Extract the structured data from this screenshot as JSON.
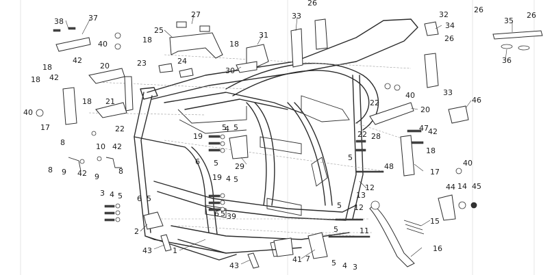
{
  "callouts": [
    {
      "id": "c1",
      "label": "1"
    },
    {
      "id": "c2",
      "label": "2"
    },
    {
      "id": "c3a",
      "label": "3"
    },
    {
      "id": "c3b",
      "label": "3"
    },
    {
      "id": "c4a",
      "label": "4"
    },
    {
      "id": "c4b",
      "label": "4"
    },
    {
      "id": "c4c",
      "label": "4"
    },
    {
      "id": "c4d",
      "label": "4"
    },
    {
      "id": "c5a",
      "label": "5"
    },
    {
      "id": "c5b",
      "label": "5"
    },
    {
      "id": "c5c",
      "label": "5"
    },
    {
      "id": "c5d",
      "label": "5"
    },
    {
      "id": "c5e",
      "label": "5"
    },
    {
      "id": "c5f",
      "label": "5"
    },
    {
      "id": "c5g",
      "label": "5"
    },
    {
      "id": "c5h",
      "label": "5"
    },
    {
      "id": "c5i",
      "label": "5"
    },
    {
      "id": "c5j",
      "label": "5"
    },
    {
      "id": "c5k",
      "label": "5"
    },
    {
      "id": "c6a",
      "label": "6"
    },
    {
      "id": "c6b",
      "label": "6"
    },
    {
      "id": "c6c",
      "label": "6"
    },
    {
      "id": "c7",
      "label": "7"
    },
    {
      "id": "c8a",
      "label": "8"
    },
    {
      "id": "c8b",
      "label": "8"
    },
    {
      "id": "c8c",
      "label": "8"
    },
    {
      "id": "c9a",
      "label": "9"
    },
    {
      "id": "c9b",
      "label": "9"
    },
    {
      "id": "c10",
      "label": "10"
    },
    {
      "id": "c11",
      "label": "11"
    },
    {
      "id": "c12a",
      "label": "12"
    },
    {
      "id": "c12b",
      "label": "12"
    },
    {
      "id": "c13",
      "label": "13"
    },
    {
      "id": "c14",
      "label": "14"
    },
    {
      "id": "c15",
      "label": "15"
    },
    {
      "id": "c16",
      "label": "16"
    },
    {
      "id": "c17a",
      "label": "17"
    },
    {
      "id": "c17b",
      "label": "17"
    },
    {
      "id": "c18a",
      "label": "18"
    },
    {
      "id": "c18b",
      "label": "18"
    },
    {
      "id": "c18c",
      "label": "18"
    },
    {
      "id": "c18d",
      "label": "18"
    },
    {
      "id": "c18e",
      "label": "18"
    },
    {
      "id": "c18f",
      "label": "18"
    },
    {
      "id": "c19a",
      "label": "19"
    },
    {
      "id": "c19b",
      "label": "19"
    },
    {
      "id": "c20a",
      "label": "20"
    },
    {
      "id": "c20b",
      "label": "20"
    },
    {
      "id": "c21",
      "label": "21"
    },
    {
      "id": "c22a",
      "label": "22"
    },
    {
      "id": "c22b",
      "label": "22"
    },
    {
      "id": "c22c",
      "label": "22"
    },
    {
      "id": "c23",
      "label": "23"
    },
    {
      "id": "c24",
      "label": "24"
    },
    {
      "id": "c25",
      "label": "25"
    },
    {
      "id": "c26a",
      "label": "26"
    },
    {
      "id": "c26b",
      "label": "26"
    },
    {
      "id": "c26c",
      "label": "26"
    },
    {
      "id": "c26d",
      "label": "26"
    },
    {
      "id": "c27",
      "label": "27"
    },
    {
      "id": "c28",
      "label": "28"
    },
    {
      "id": "c29",
      "label": "29"
    },
    {
      "id": "c30",
      "label": "30"
    },
    {
      "id": "c31",
      "label": "31"
    },
    {
      "id": "c32",
      "label": "32"
    },
    {
      "id": "c33a",
      "label": "33"
    },
    {
      "id": "c33b",
      "label": "33"
    },
    {
      "id": "c34",
      "label": "34"
    },
    {
      "id": "c35",
      "label": "35"
    },
    {
      "id": "c36",
      "label": "36"
    },
    {
      "id": "c37",
      "label": "37"
    },
    {
      "id": "c38",
      "label": "38"
    },
    {
      "id": "c39",
      "label": "39"
    },
    {
      "id": "c40a",
      "label": "40"
    },
    {
      "id": "c40b",
      "label": "40"
    },
    {
      "id": "c40c",
      "label": "40"
    },
    {
      "id": "c40d",
      "label": "40"
    },
    {
      "id": "c41",
      "label": "41"
    },
    {
      "id": "c42a",
      "label": "42"
    },
    {
      "id": "c42b",
      "label": "42"
    },
    {
      "id": "c42c",
      "label": "42"
    },
    {
      "id": "c42d",
      "label": "42"
    },
    {
      "id": "c42e",
      "label": "42"
    },
    {
      "id": "c43a",
      "label": "43"
    },
    {
      "id": "c43b",
      "label": "43"
    },
    {
      "id": "c44",
      "label": "44"
    },
    {
      "id": "c45",
      "label": "45"
    },
    {
      "id": "c46",
      "label": "46"
    },
    {
      "id": "c47",
      "label": "47"
    },
    {
      "id": "c48",
      "label": "48"
    }
  ],
  "colors": {
    "line": "#2b2b2b",
    "background": "#ffffff",
    "text": "#1a1a1a"
  }
}
